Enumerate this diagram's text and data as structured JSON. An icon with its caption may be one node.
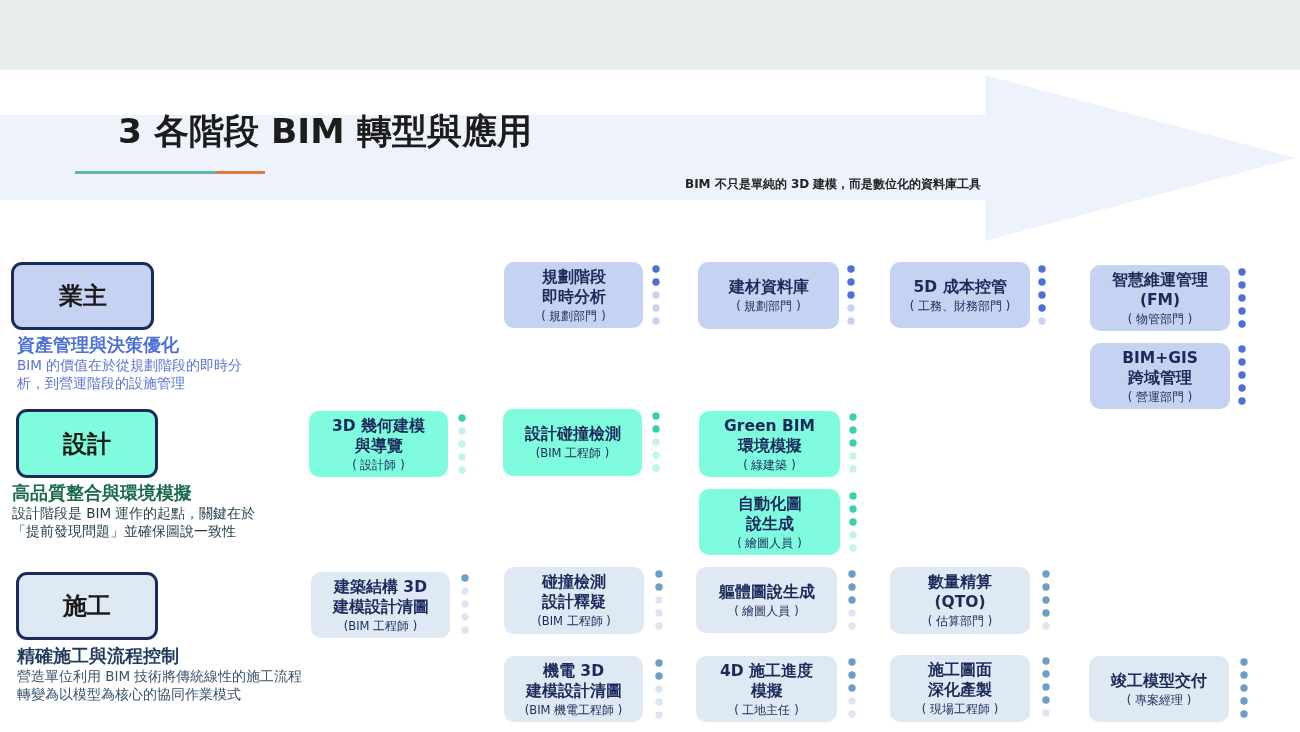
{
  "diagram": {
    "title": "3 各階段 BIM 轉型與應用",
    "nodes": [
      {
        "text": [
          "業主"
        ],
        "beside": [
          "資產管理與決策優化",
          "BIM 的價值在於從規劃階段的即時分析，到營運階段的設施管理"
        ]
      },
      {
        "text": [
          "規劃階段即時分析",
          "( 規劃部門 )"
        ]
      },
      {
        "text": [
          "建材資料庫",
          "( 規劃部門 )"
        ]
      },
      {
        "text": [
          "5D 成本控管",
          "( 工務、財務部門 )"
        ]
      },
      {
        "text": [
          "智慧維運管理 (FM)",
          "( 物管部門 )"
        ]
      },
      {
        "text": [
          "BIM+GIS 跨域管理",
          "( 營運部門 )"
        ]
      },
      {
        "text": [
          "設計"
        ],
        "beside": [
          "高品質整合與環境模擬",
          "設計階段是 BIM 運作的起點，關鍵在於「提前發現問題」並確保圖說一致性"
        ]
      },
      {
        "text": [
          "3D 幾何建模與導覽",
          "( 設計師 )"
        ]
      },
      {
        "text": [
          "設計碰撞檢測",
          "(BIM 工程師 )"
        ]
      },
      {
        "text": [
          "Green BIM 環境模擬",
          "( 綠建築 )"
        ]
      },
      {
        "text": [
          "自動化圖說生成",
          "( 繪圖人員 )"
        ]
      },
      {
        "text": [
          "施工"
        ],
        "beside": [
          "精確施工與流程控制",
          "營造單位利用 BIM 技術將傳統線性的施工流程轉變為以模型為核心的協同作業模式"
        ]
      },
      {
        "text": [
          "建築結構 3D 建模設計清圖",
          "(BIM 工程師 )"
        ]
      },
      {
        "text": [
          "碰撞檢測設計釋疑",
          "(BIM 工程師 )"
        ]
      },
      {
        "text": [
          "軀體圖說生成",
          "( 繪圖人員 )"
        ]
      },
      {
        "text": [
          "數量精算 (QTO)",
          "( 估算部門 )"
        ]
      },
      {
        "text": [
          "機電 3D 建模設計清圖",
          "(BIM 機電工程師 )"
        ]
      },
      {
        "text": [
          "4D 施工進度模擬",
          "( 工地主任 )"
        ]
      },
      {
        "text": [
          "施工圖面深化產製",
          "( 現場工程師 )"
        ]
      },
      {
        "text": [
          "竣工模型交付",
          "( 專案經理 )"
        ]
      }
    ],
    "labels": [
      "BIM 不只是單純的 3D 建模，而是數位化的資料庫工具"
    ]
  }
}
